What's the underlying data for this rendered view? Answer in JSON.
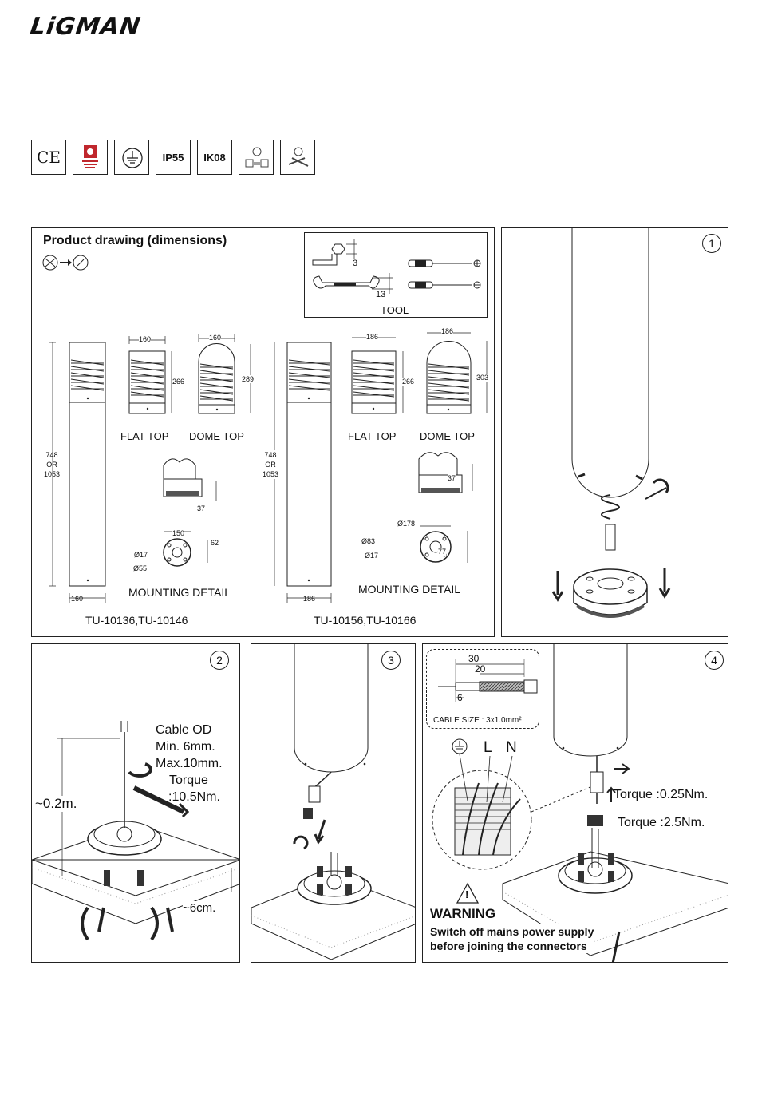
{
  "brand": {
    "logo": "LiGMAN"
  },
  "certifications": [
    {
      "icon": "ce-mark-icon",
      "label": "CE"
    },
    {
      "icon": "quality-seal-icon",
      "label": ""
    },
    {
      "icon": "class-i-earth-icon",
      "label": ""
    },
    {
      "icon": "",
      "label": "IP55"
    },
    {
      "icon": "",
      "label": "IK08"
    },
    {
      "icon": "installer-icon",
      "label": ""
    },
    {
      "icon": "tools-icon",
      "label": ""
    }
  ],
  "product_drawing": {
    "title": "Product drawing (dimensions)",
    "tool_box": {
      "label": "TOOL",
      "hex_key": "3",
      "spanner": "13"
    },
    "model_a": {
      "width_bottom": "160",
      "height": [
        "748",
        "OR",
        "1053"
      ],
      "flat_top": {
        "label": "FLAT TOP",
        "width": "160",
        "height": "266"
      },
      "dome_top": {
        "label": "DOME TOP",
        "width": "160",
        "height": "289"
      },
      "base_offset": "37",
      "mounting": {
        "label": "MOUNTING DETAIL",
        "pcd": "150",
        "hole": "Ø17",
        "center": "Ø55",
        "depth": "62"
      },
      "codes": "TU-10136,TU-10146"
    },
    "model_b": {
      "width_bottom": "186",
      "height": [
        "748",
        "OR",
        "1053"
      ],
      "flat_top": {
        "label": "FLAT TOP",
        "width": "186",
        "height": "266"
      },
      "dome_top": {
        "label": "DOME TOP",
        "width": "186",
        "height": "303"
      },
      "base_offset": "37",
      "mounting": {
        "label": "MOUNTING DETAIL",
        "pcd": "Ø178",
        "hole": "Ø17",
        "center": "Ø83",
        "depth": "77"
      },
      "codes": "TU-10156,TU-10166"
    }
  },
  "steps": {
    "step1": {
      "number": "1"
    },
    "step2": {
      "number": "2",
      "cable_lines": [
        "Cable OD",
        "Min. 6mm.",
        "Max.10mm.",
        "Torque",
        ":10.5Nm."
      ],
      "height_above": "~0.2m.",
      "depth_below": "~6cm."
    },
    "step3": {
      "number": "3"
    },
    "step4": {
      "number": "4",
      "strip_30": "30",
      "strip_20": "20",
      "strip_6": "6",
      "cable_size": "CABLE SIZE : 3x1.0mm²",
      "terminals": [
        "L",
        "N"
      ],
      "torque_top": "Torque :0.25Nm.",
      "torque_bottom": "Torque :2.5Nm.",
      "warning_title": "WARNING",
      "warning_lines": [
        "Switch off mains power supply",
        "before joining the connectors"
      ]
    }
  }
}
